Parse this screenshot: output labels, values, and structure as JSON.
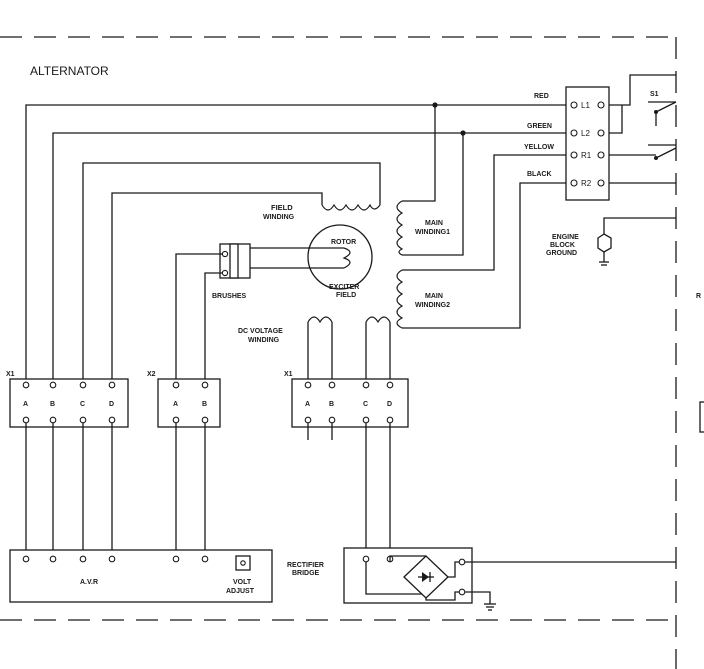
{
  "labels": {
    "alternator": "ALTERNATOR",
    "s1": "S1",
    "engine_block_ground": [
      "ENGINE",
      "BLOCK",
      "GROUND"
    ],
    "field_winding": [
      "FIELD",
      "WINDING"
    ],
    "main_winding1": [
      "MAIN",
      "WINDING1"
    ],
    "main_winding2": [
      "MAIN",
      "WINDING2"
    ],
    "rotor": "ROTOR",
    "exciter_field": [
      "EXCITER",
      "FIELD"
    ],
    "brushes": "BRUSHES",
    "dc_voltage_winding": [
      "DC  VOLTAGE",
      "WINDING"
    ],
    "x1": "X1",
    "x2": "X2",
    "avr": "A.V.R",
    "volt_adjust": [
      "VOLT",
      "ADJUST"
    ],
    "rectifier_bridge": [
      "RECTIFIER",
      "BRIDGE"
    ],
    "partial_r": "R"
  },
  "terminals": {
    "l1": "L1",
    "l2": "L2",
    "r1": "R1",
    "r2": "R2"
  },
  "wires": {
    "red": "RED",
    "green": "GREEN",
    "yellow": "YELLOW",
    "black": "BLACK"
  },
  "strips": {
    "x1_left": [
      "A",
      "B",
      "C",
      "D"
    ],
    "x2": [
      "A",
      "B"
    ],
    "x1_right": [
      "A",
      "B",
      "C",
      "D"
    ]
  }
}
